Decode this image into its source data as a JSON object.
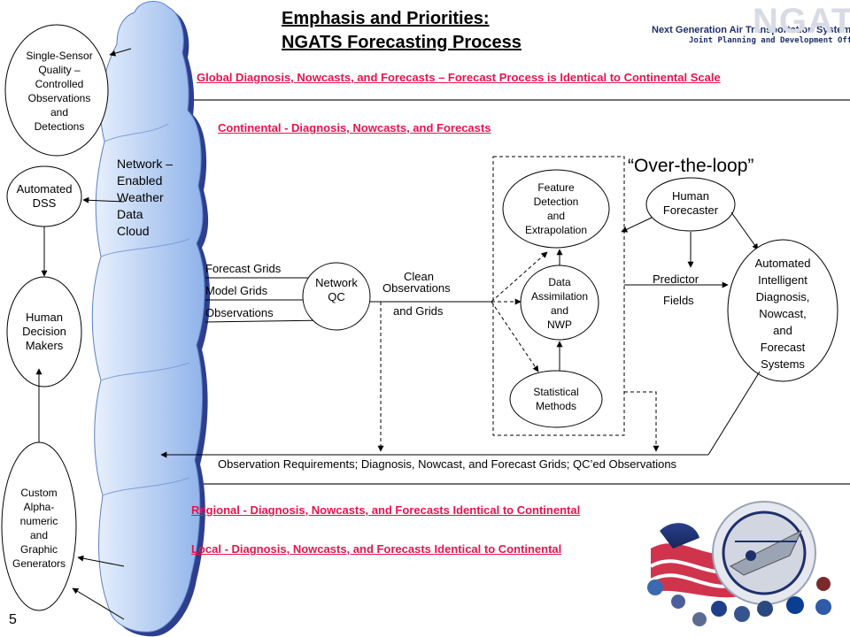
{
  "page": {
    "title_line1": "Emphasis and Priorities:",
    "title_line2": "NGATS Forecasting Process",
    "slide_number": "5"
  },
  "branding": {
    "org_name": "Next Generation Air Transportation System",
    "org_sub": "Joint Planning and Development Office",
    "org_acronym": "NGATS"
  },
  "banners": {
    "global": "Global Diagnosis, Nowcasts, and Forecasts – Forecast Process is Identical to Continental Scale",
    "continental": "Continental - Diagnosis, Nowcasts, and Forecasts",
    "regional": "Regional - Diagnosis, Nowcasts, and Forecasts Identical to Continental",
    "local": "Local - Diagnosis, Nowcasts, and Forecasts Identical to Continental"
  },
  "left_column": {
    "single_sensor": [
      "Single-Sensor",
      "Quality –",
      "Controlled",
      "Observations",
      "and",
      "Detections"
    ],
    "automated_dss": [
      "Automated",
      "DSS"
    ],
    "human_decision": [
      "Human",
      "Decision",
      "Makers"
    ],
    "custom_generators": [
      "Custom",
      "Alpha-",
      "numeric",
      "and",
      "Graphic",
      "Generators"
    ]
  },
  "cloud": {
    "label": [
      "Network –",
      "Enabled",
      "Weather",
      "Data",
      "Cloud"
    ]
  },
  "inputs": {
    "forecast_grids": "Forecast Grids",
    "model_grids": "Model Grids",
    "observations": "Observations"
  },
  "network_qc": [
    "Network",
    "QC"
  ],
  "clean_obs": {
    "line1": "Clean",
    "line2": "Observations",
    "line3": "and Grids"
  },
  "processing": {
    "feature_detection": [
      "Feature",
      "Detection",
      "and",
      "Extrapolation"
    ],
    "data_assimilation": [
      "Data",
      "Assimilation",
      "and",
      "NWP"
    ],
    "statistical": [
      "Statistical",
      "Methods"
    ]
  },
  "over_the_loop": "“Over-the-loop”",
  "human_forecaster": [
    "Human",
    "Forecaster"
  ],
  "predictor": {
    "line1": "Predictor",
    "line2": "Fields"
  },
  "automated_systems": [
    "Automated",
    "Intelligent",
    "Diagnosis,",
    "Nowcast,",
    "and",
    "Forecast",
    "Systems"
  ],
  "observation_requirements": "Observation Requirements; Diagnosis, Nowcast, and Forecast Grids; QC’ed Observations",
  "colors": {
    "banner_red": "#e8144e",
    "cloud_fill": "#bcd2f3",
    "cloud_shadow": "#2d3e8c",
    "divider": "#444444"
  }
}
